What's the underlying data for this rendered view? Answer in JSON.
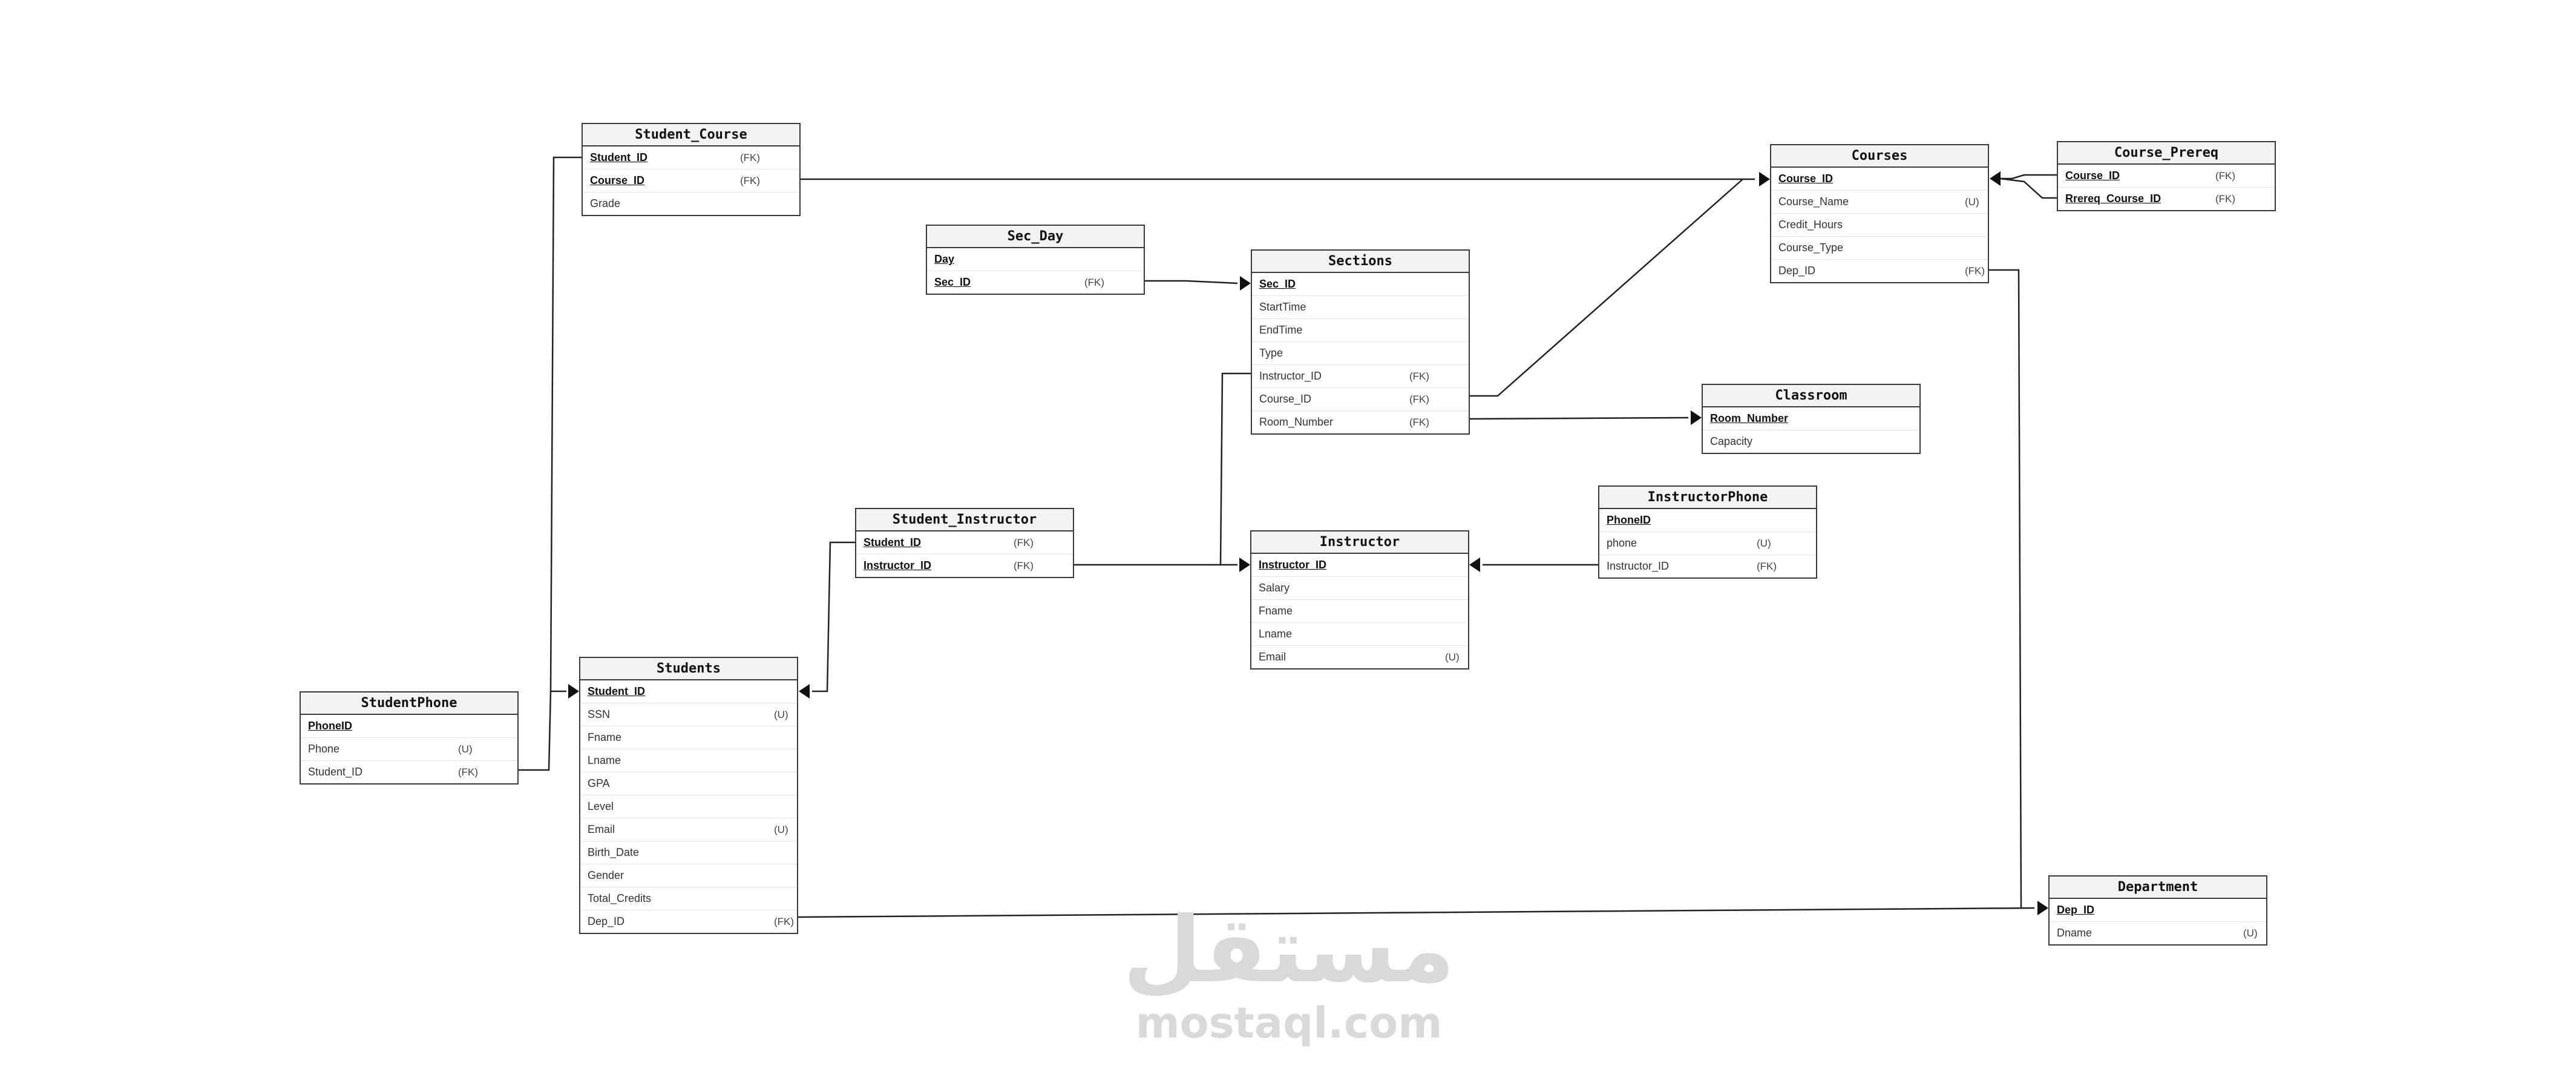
{
  "watermark": {
    "arabic": "مستقل",
    "latin": "mostaql.com",
    "color": "#d9d9d9"
  },
  "entities": [
    {
      "id": "student_course",
      "title": "Student_Course",
      "attributes": [
        {
          "name": "Student_ID",
          "pk": true,
          "constraint": "(FK)"
        },
        {
          "name": "Course_ID",
          "pk": true,
          "constraint": "(FK)"
        },
        {
          "name": "Grade",
          "pk": false,
          "constraint": ""
        }
      ]
    },
    {
      "id": "courses",
      "title": "Courses",
      "attributes": [
        {
          "name": "Course_ID",
          "pk": true,
          "constraint": ""
        },
        {
          "name": "Course_Name",
          "pk": false,
          "constraint": "(U)"
        },
        {
          "name": "Credit_Hours",
          "pk": false,
          "constraint": ""
        },
        {
          "name": "Course_Type",
          "pk": false,
          "constraint": ""
        },
        {
          "name": "Dep_ID",
          "pk": false,
          "constraint": "(FK)"
        }
      ]
    },
    {
      "id": "course_prereq",
      "title": "Course_Prereq",
      "attributes": [
        {
          "name": "Course_ID",
          "pk": true,
          "constraint": "(FK)"
        },
        {
          "name": "Rrereq_Course_ID",
          "pk": true,
          "constraint": "(FK)"
        }
      ]
    },
    {
      "id": "sec_day",
      "title": "Sec_Day",
      "attributes": [
        {
          "name": "Day",
          "pk": true,
          "constraint": ""
        },
        {
          "name": "Sec_ID",
          "pk": true,
          "constraint": "(FK)"
        }
      ]
    },
    {
      "id": "sections",
      "title": "Sections",
      "attributes": [
        {
          "name": "Sec_ID",
          "pk": true,
          "constraint": ""
        },
        {
          "name": "StartTime",
          "pk": false,
          "constraint": ""
        },
        {
          "name": "EndTime",
          "pk": false,
          "constraint": ""
        },
        {
          "name": "Type",
          "pk": false,
          "constraint": ""
        },
        {
          "name": "Instructor_ID",
          "pk": false,
          "constraint": "(FK)"
        },
        {
          "name": "Course_ID",
          "pk": false,
          "constraint": "(FK)"
        },
        {
          "name": "Room_Number",
          "pk": false,
          "constraint": "(FK)"
        }
      ]
    },
    {
      "id": "classroom",
      "title": "Classroom",
      "attributes": [
        {
          "name": "Room_Number",
          "pk": true,
          "constraint": ""
        },
        {
          "name": "Capacity",
          "pk": false,
          "constraint": ""
        }
      ]
    },
    {
      "id": "student_instructor",
      "title": "Student_Instructor",
      "attributes": [
        {
          "name": "Student_ID",
          "pk": true,
          "constraint": "(FK)"
        },
        {
          "name": "Instructor_ID",
          "pk": true,
          "constraint": "(FK)"
        }
      ]
    },
    {
      "id": "instructor",
      "title": "Instructor",
      "attributes": [
        {
          "name": "Instructor_ID",
          "pk": true,
          "constraint": ""
        },
        {
          "name": "Salary",
          "pk": false,
          "constraint": ""
        },
        {
          "name": "Fname",
          "pk": false,
          "constraint": ""
        },
        {
          "name": "Lname",
          "pk": false,
          "constraint": ""
        },
        {
          "name": "Email",
          "pk": false,
          "constraint": "(U)"
        }
      ]
    },
    {
      "id": "instructor_phone",
      "title": "InstructorPhone",
      "attributes": [
        {
          "name": "PhoneID",
          "pk": true,
          "constraint": ""
        },
        {
          "name": "phone",
          "pk": false,
          "constraint": "(U)"
        },
        {
          "name": "Instructor_ID",
          "pk": false,
          "constraint": "(FK)"
        }
      ]
    },
    {
      "id": "student_phone",
      "title": "StudentPhone",
      "attributes": [
        {
          "name": "PhoneID",
          "pk": true,
          "constraint": ""
        },
        {
          "name": "Phone",
          "pk": false,
          "constraint": "(U)"
        },
        {
          "name": "Student_ID",
          "pk": false,
          "constraint": "(FK)"
        }
      ]
    },
    {
      "id": "students",
      "title": "Students",
      "attributes": [
        {
          "name": "Student_ID",
          "pk": true,
          "constraint": ""
        },
        {
          "name": "SSN",
          "pk": false,
          "constraint": "(U)"
        },
        {
          "name": "Fname",
          "pk": false,
          "constraint": ""
        },
        {
          "name": "Lname",
          "pk": false,
          "constraint": ""
        },
        {
          "name": "GPA",
          "pk": false,
          "constraint": ""
        },
        {
          "name": "Level",
          "pk": false,
          "constraint": ""
        },
        {
          "name": "Email",
          "pk": false,
          "constraint": "(U)"
        },
        {
          "name": "Birth_Date",
          "pk": false,
          "constraint": ""
        },
        {
          "name": "Gender",
          "pk": false,
          "constraint": ""
        },
        {
          "name": "Total_Credits",
          "pk": false,
          "constraint": ""
        },
        {
          "name": "Dep_ID",
          "pk": false,
          "constraint": "(FK)"
        }
      ]
    },
    {
      "id": "department",
      "title": "Department",
      "attributes": [
        {
          "name": "Dep_ID",
          "pk": true,
          "constraint": ""
        },
        {
          "name": "Dname",
          "pk": false,
          "constraint": "(U)"
        }
      ]
    }
  ],
  "relationships": [
    {
      "from": "student_course",
      "to": "courses"
    },
    {
      "from": "student_course",
      "to": "students"
    },
    {
      "from": "course_prereq",
      "to": "courses"
    },
    {
      "from": "sec_day",
      "to": "sections"
    },
    {
      "from": "sections",
      "to": "courses"
    },
    {
      "from": "sections",
      "to": "classroom"
    },
    {
      "from": "sections",
      "to": "instructor"
    },
    {
      "from": "student_instructor",
      "to": "instructor"
    },
    {
      "from": "student_instructor",
      "to": "students"
    },
    {
      "from": "instructor_phone",
      "to": "instructor"
    },
    {
      "from": "student_phone",
      "to": "students"
    },
    {
      "from": "students",
      "to": "department"
    },
    {
      "from": "courses",
      "to": "department"
    }
  ]
}
